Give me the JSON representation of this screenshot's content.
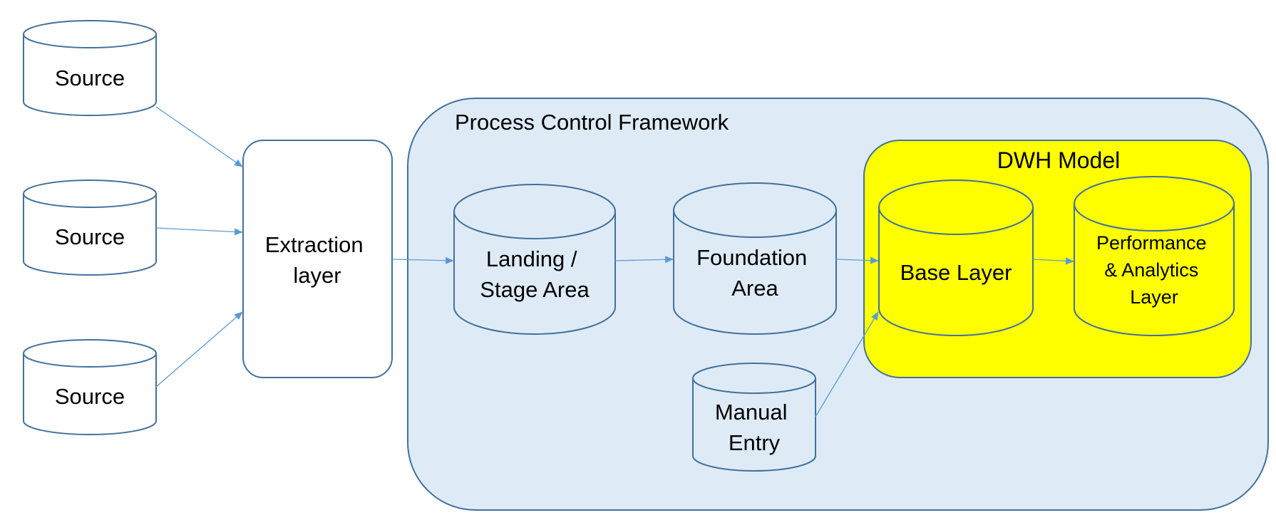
{
  "colors": {
    "stroke": "#41719C",
    "framework_fill": "#DEEBF7",
    "dwh_fill": "#FFFF00",
    "node_fill": "#FFFFFF",
    "arrow": "#5B9BD5",
    "text": "#000000"
  },
  "sources": [
    {
      "label": "Source"
    },
    {
      "label": "Source"
    },
    {
      "label": "Source"
    }
  ],
  "extraction": {
    "lines": [
      "Extraction",
      "layer"
    ]
  },
  "framework": {
    "title": "Process Control Framework"
  },
  "landing": {
    "lines": [
      "Landing /",
      "Stage Area"
    ]
  },
  "foundation": {
    "lines": [
      "Foundation",
      "Area"
    ]
  },
  "manual": {
    "lines": [
      "Manual",
      "Entry"
    ]
  },
  "dwh": {
    "title": "DWH Model",
    "base": {
      "lines": [
        "Base Layer"
      ]
    },
    "performance": {
      "lines": [
        "Performance",
        "& Analytics",
        "Layer"
      ]
    }
  }
}
